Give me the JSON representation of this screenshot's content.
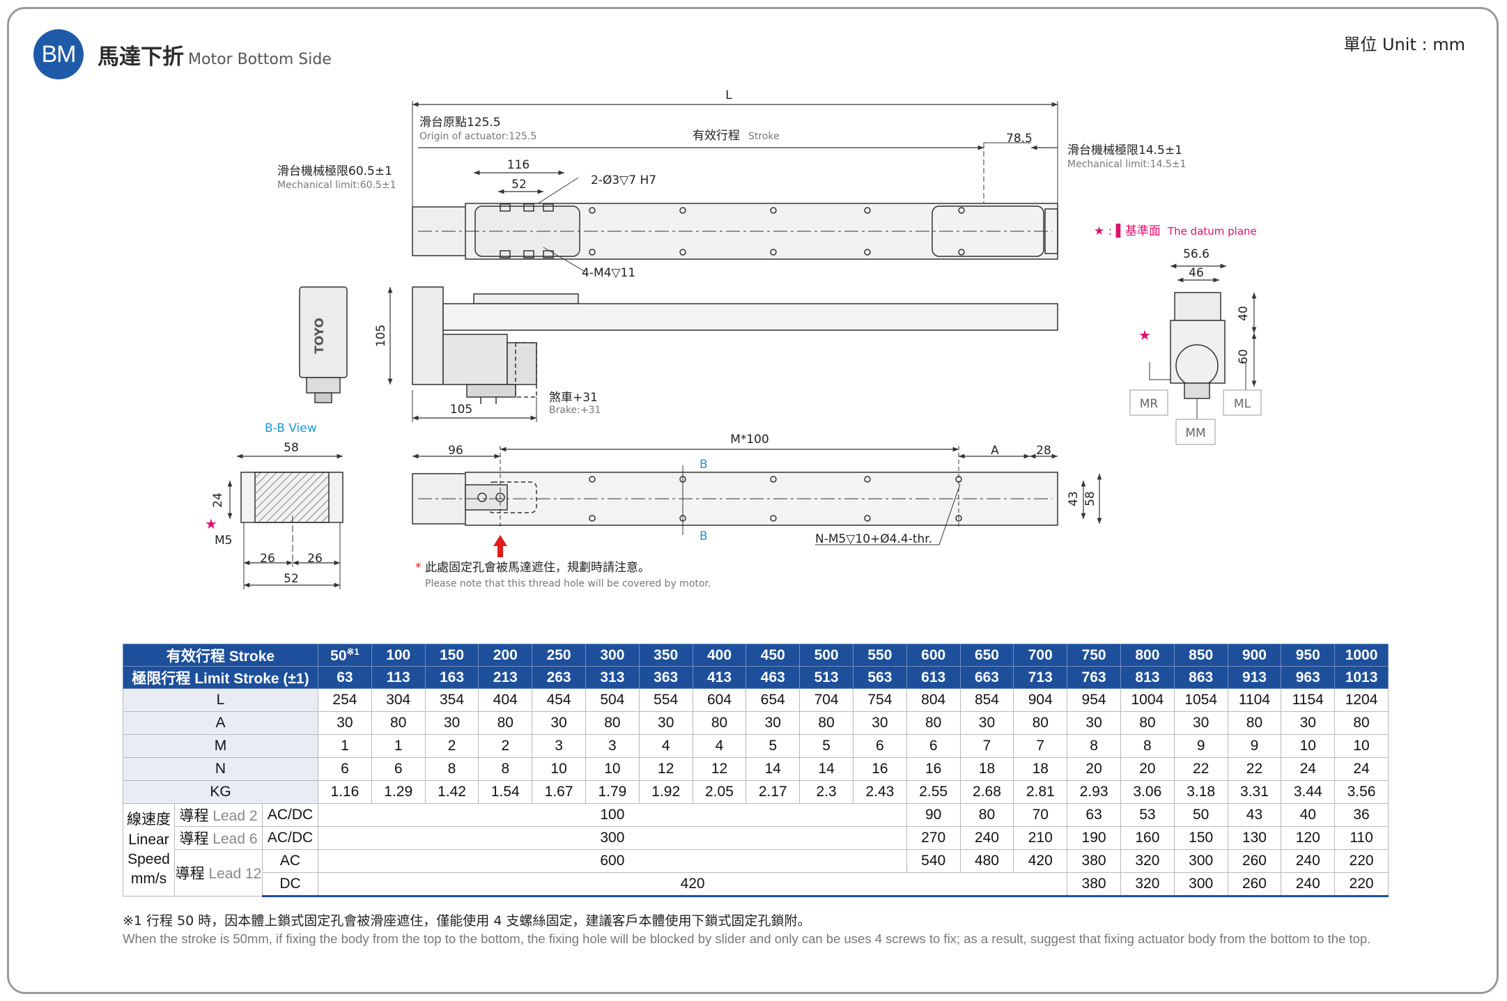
{
  "header": {
    "badge": "BM",
    "title_zh": "馬達下折",
    "title_en": "Motor Bottom Side",
    "unit": "單位 Unit : mm"
  },
  "drawing": {
    "dim_L": "L",
    "origin_zh": "滑台原點125.5",
    "origin_en": "Origin of actuator:125.5",
    "stroke_zh": "有效行程",
    "stroke_en": "Stroke",
    "dim_78_5": "78.5",
    "mech_right_zh": "滑台機械極限14.5±1",
    "mech_right_en": "Mechanical limit:14.5±1",
    "mech_left_zh": "滑台機械極限60.5±1",
    "mech_left_en": "Mechanical limit:60.5±1",
    "dim_116": "116",
    "dim_52_top": "52",
    "hole_h7": "2-Ø3▽7 H7",
    "hole_m4": "4-M4▽11",
    "datum_zh": "★ : ▌基準面",
    "datum_en": "The datum plane",
    "dim_56_6": "56.6",
    "dim_46": "46",
    "dim_40": "40",
    "dim_60": "60",
    "mr": "MR",
    "ml": "ML",
    "mm": "MM",
    "star": "★",
    "dim_105_v": "105",
    "dim_105_h": "105",
    "brake_zh": "煞車+31",
    "brake_en": "Brake:+31",
    "bb_view": "B-B View",
    "dim_58_bb": "58",
    "dim_24": "24",
    "m5": "M5",
    "dim_26a": "26",
    "dim_26b": "26",
    "dim_52_bb": "52",
    "dim_96": "96",
    "dim_m100": "M*100",
    "dim_A": "A",
    "dim_28": "28",
    "sec_b1": "B",
    "sec_b2": "B",
    "dim_43": "43",
    "dim_58_side": "58",
    "thread": "N-M5▽10+Ø4.4-thr.",
    "warn_zh": "此處固定孔會被馬達遮住，規劃時請注意。",
    "warn_star": "*",
    "warn_en": "Please note that this thread hole will be covered by motor.",
    "logo": "TOYO"
  },
  "table": {
    "stroke_label": "有效行程 Stroke",
    "limit_label": "極限行程 Limit Stroke (±1)",
    "strokes": [
      "50",
      "100",
      "150",
      "200",
      "250",
      "300",
      "350",
      "400",
      "450",
      "500",
      "550",
      "600",
      "650",
      "700",
      "750",
      "800",
      "850",
      "900",
      "950",
      "1000"
    ],
    "stroke_first_note": "※1",
    "limits": [
      "63",
      "113",
      "163",
      "213",
      "263",
      "313",
      "363",
      "413",
      "463",
      "513",
      "563",
      "613",
      "663",
      "713",
      "763",
      "813",
      "863",
      "913",
      "963",
      "1013"
    ],
    "rows": [
      {
        "label": "L",
        "values": [
          "254",
          "304",
          "354",
          "404",
          "454",
          "504",
          "554",
          "604",
          "654",
          "704",
          "754",
          "804",
          "854",
          "904",
          "954",
          "1004",
          "1054",
          "1104",
          "1154",
          "1204"
        ]
      },
      {
        "label": "A",
        "values": [
          "30",
          "80",
          "30",
          "80",
          "30",
          "80",
          "30",
          "80",
          "30",
          "80",
          "30",
          "80",
          "30",
          "80",
          "30",
          "80",
          "30",
          "80",
          "30",
          "80"
        ]
      },
      {
        "label": "M",
        "values": [
          "1",
          "1",
          "2",
          "2",
          "3",
          "3",
          "4",
          "4",
          "5",
          "5",
          "6",
          "6",
          "7",
          "7",
          "8",
          "8",
          "9",
          "9",
          "10",
          "10"
        ]
      },
      {
        "label": "N",
        "values": [
          "6",
          "6",
          "8",
          "8",
          "10",
          "10",
          "12",
          "12",
          "14",
          "14",
          "16",
          "16",
          "18",
          "18",
          "20",
          "20",
          "22",
          "22",
          "24",
          "24"
        ]
      },
      {
        "label": "KG",
        "values": [
          "1.16",
          "1.29",
          "1.42",
          "1.54",
          "1.67",
          "1.79",
          "1.92",
          "2.05",
          "2.17",
          "2.3",
          "2.43",
          "2.55",
          "2.68",
          "2.81",
          "2.93",
          "3.06",
          "3.18",
          "3.31",
          "3.44",
          "3.56"
        ]
      }
    ],
    "speed_label_zh": "線速度",
    "speed_label_en1": "Linear",
    "speed_label_en2": "Speed",
    "speed_label_unit": "mm/s",
    "lead_zh": "導程",
    "lead2_en": "Lead 2",
    "lead6_en": "Lead 6",
    "lead12_en": "Lead 12",
    "acdc": "AC/DC",
    "ac": "AC",
    "dc": "DC",
    "lead2_span": "100",
    "lead2_vals": [
      "90",
      "80",
      "70",
      "63",
      "53",
      "50",
      "43",
      "40",
      "36"
    ],
    "lead6_span": "300",
    "lead6_vals": [
      "270",
      "240",
      "210",
      "190",
      "160",
      "150",
      "130",
      "120",
      "110"
    ],
    "lead12ac_span": "600",
    "lead12ac_vals": [
      "540",
      "480",
      "420",
      "380",
      "320",
      "300",
      "260",
      "240",
      "220"
    ],
    "lead12dc_span": "420",
    "lead12dc_vals": [
      "380",
      "320",
      "300",
      "260",
      "240",
      "220"
    ]
  },
  "footnote": {
    "zh": "※1 行程 50 時，因本體上鎖式固定孔會被滑座遮住，僅能使用 4 支螺絲固定，建議客戶本體使用下鎖式固定孔鎖附。",
    "en": "When the stroke is 50mm, if fixing the body from the top to the bottom, the fixing hole will be blocked by slider and only can be uses 4 screws to fix; as a result, suggest that fixing actuator body from the bottom to the top."
  },
  "colors": {
    "brand_blue": "#1f5aa8",
    "table_header": "#1d4f9a",
    "accent_cyan": "#1a9ad6",
    "datum_pink": "#e0106e",
    "warn_red": "#e21b1b"
  }
}
